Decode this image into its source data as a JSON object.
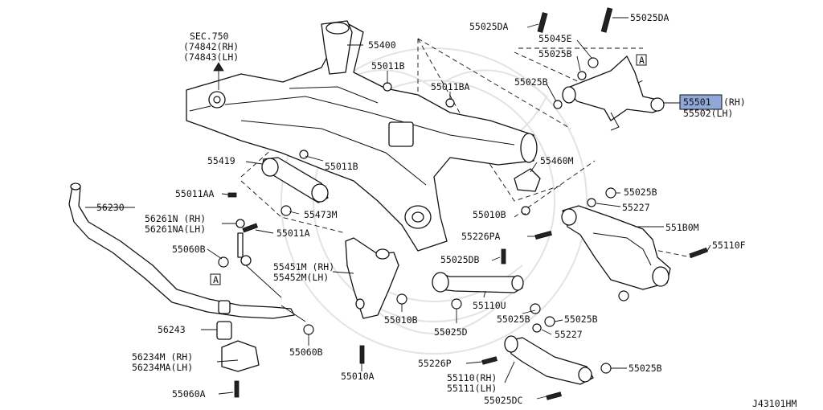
{
  "diagram_code": "J43101HM",
  "highlight_color": "#8fa8d8",
  "callout_box": "A",
  "labels": [
    {
      "id": "sec750",
      "text": "SEC.750"
    },
    {
      "id": "sec750_rh",
      "text": "(74842(RH)"
    },
    {
      "id": "sec750_lh",
      "text": "(74843(LH)"
    },
    {
      "id": "p55400",
      "text": "55400"
    },
    {
      "id": "p55011B_1",
      "text": "55011B"
    },
    {
      "id": "p55011BA",
      "text": "55011BA"
    },
    {
      "id": "p55025DA_1",
      "text": "55025DA"
    },
    {
      "id": "p55025DA_2",
      "text": "55025DA"
    },
    {
      "id": "p55045E",
      "text": "55045E"
    },
    {
      "id": "p55025B_1",
      "text": "55025B"
    },
    {
      "id": "p55025B_2",
      "text": "55025B"
    },
    {
      "id": "p55501",
      "text": "55501"
    },
    {
      "id": "p55501_rh",
      "text": "(RH)"
    },
    {
      "id": "p55502",
      "text": "55502(LH)"
    },
    {
      "id": "p55419",
      "text": "55419"
    },
    {
      "id": "p55011B_2",
      "text": "55011B"
    },
    {
      "id": "p55460M",
      "text": "55460M"
    },
    {
      "id": "p55011AA",
      "text": "55011AA"
    },
    {
      "id": "p55473M",
      "text": "55473M"
    },
    {
      "id": "p56230",
      "text": "56230"
    },
    {
      "id": "p55010B_1",
      "text": "55010B"
    },
    {
      "id": "p55025B_3",
      "text": "55025B"
    },
    {
      "id": "p55227_1",
      "text": "55227"
    },
    {
      "id": "p56261N",
      "text": "56261N (RH)"
    },
    {
      "id": "p56261NA",
      "text": "56261NA(LH)"
    },
    {
      "id": "p55011A",
      "text": "55011A"
    },
    {
      "id": "p551B0M",
      "text": "551B0M"
    },
    {
      "id": "p55226PA",
      "text": "55226PA"
    },
    {
      "id": "p55110F",
      "text": "55110F"
    },
    {
      "id": "p55060B_1",
      "text": "55060B"
    },
    {
      "id": "p55025DB",
      "text": "55025DB"
    },
    {
      "id": "p55451M",
      "text": "55451M (RH)"
    },
    {
      "id": "p55452M",
      "text": "55452M(LH)"
    },
    {
      "id": "p55110U",
      "text": "55110U"
    },
    {
      "id": "p55025B_4",
      "text": "55025B"
    },
    {
      "id": "p55010B_2",
      "text": "55010B"
    },
    {
      "id": "p55025B_5",
      "text": "55025B"
    },
    {
      "id": "p55025D",
      "text": "55025D"
    },
    {
      "id": "p56243",
      "text": "56243"
    },
    {
      "id": "p55227_2",
      "text": "55227"
    },
    {
      "id": "p55060B_2",
      "text": "55060B"
    },
    {
      "id": "p56234M",
      "text": "56234M  (RH)"
    },
    {
      "id": "p56234MA",
      "text": "56234MA(LH)"
    },
    {
      "id": "p55226P",
      "text": "55226P"
    },
    {
      "id": "p55025B_6",
      "text": "55025B"
    },
    {
      "id": "p55110_rh",
      "text": "55110(RH)"
    },
    {
      "id": "p55111_lh",
      "text": "55111(LH)"
    },
    {
      "id": "p55010A",
      "text": "55010A"
    },
    {
      "id": "p55060A",
      "text": "55060A"
    },
    {
      "id": "p55025DC",
      "text": "55025DC"
    }
  ]
}
